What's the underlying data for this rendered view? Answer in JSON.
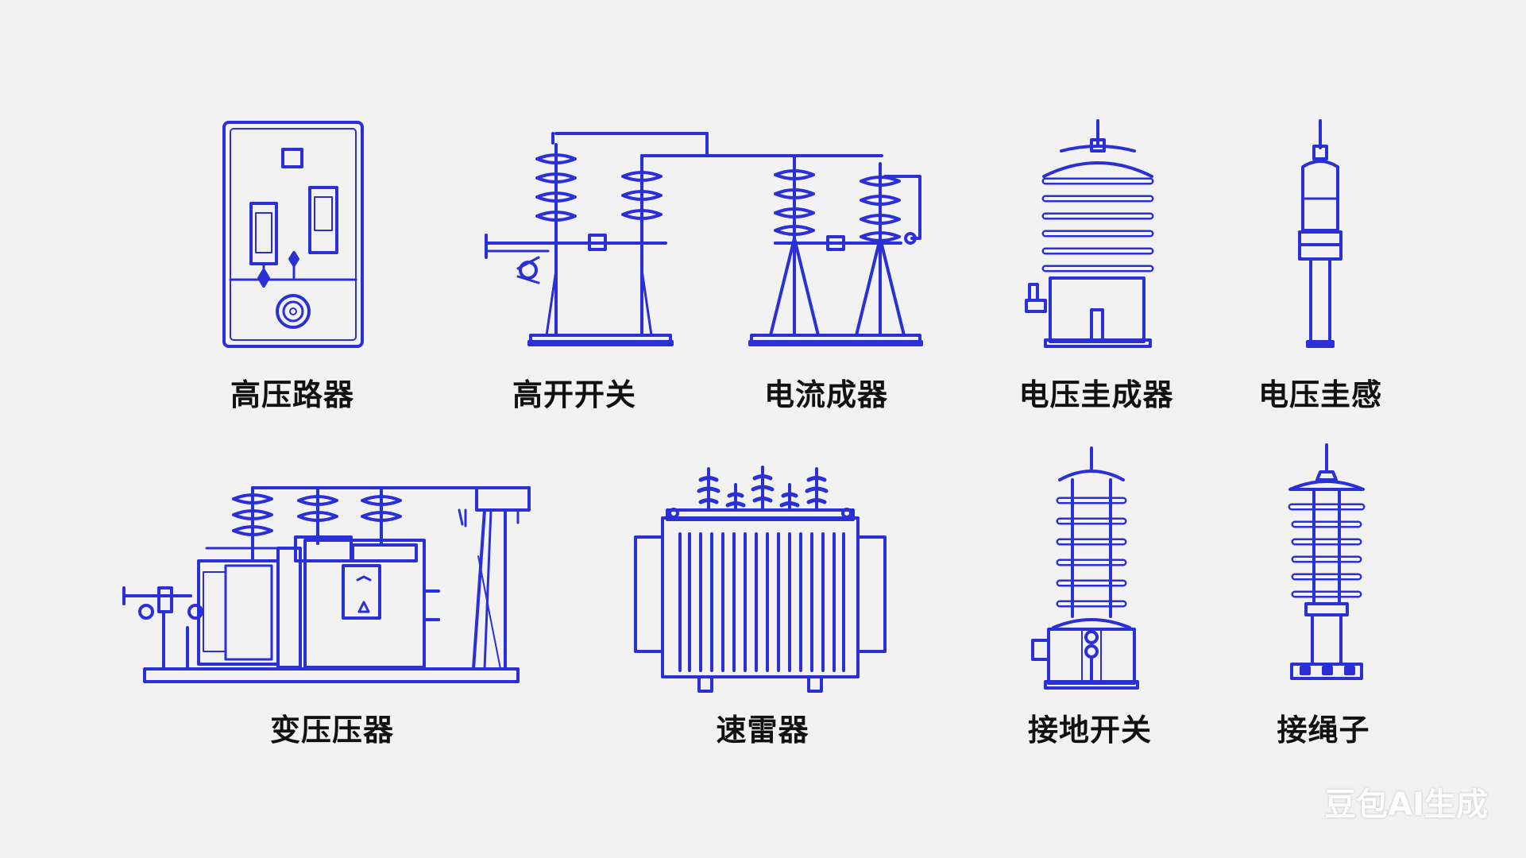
{
  "colors": {
    "background": "#f2f2f3",
    "stroke": "#2b2fd6",
    "label": "#111111"
  },
  "items": [
    {
      "label": "高压路器"
    },
    {
      "label": "高开开关"
    },
    {
      "label": "电流成器"
    },
    {
      "label": "电压圭成器"
    },
    {
      "label": "电压圭感"
    },
    {
      "label": "变压压器"
    },
    {
      "label": "速雷器"
    },
    {
      "label": "接地开关"
    },
    {
      "label": "接绳子"
    }
  ],
  "watermark": "豆包AI生成"
}
